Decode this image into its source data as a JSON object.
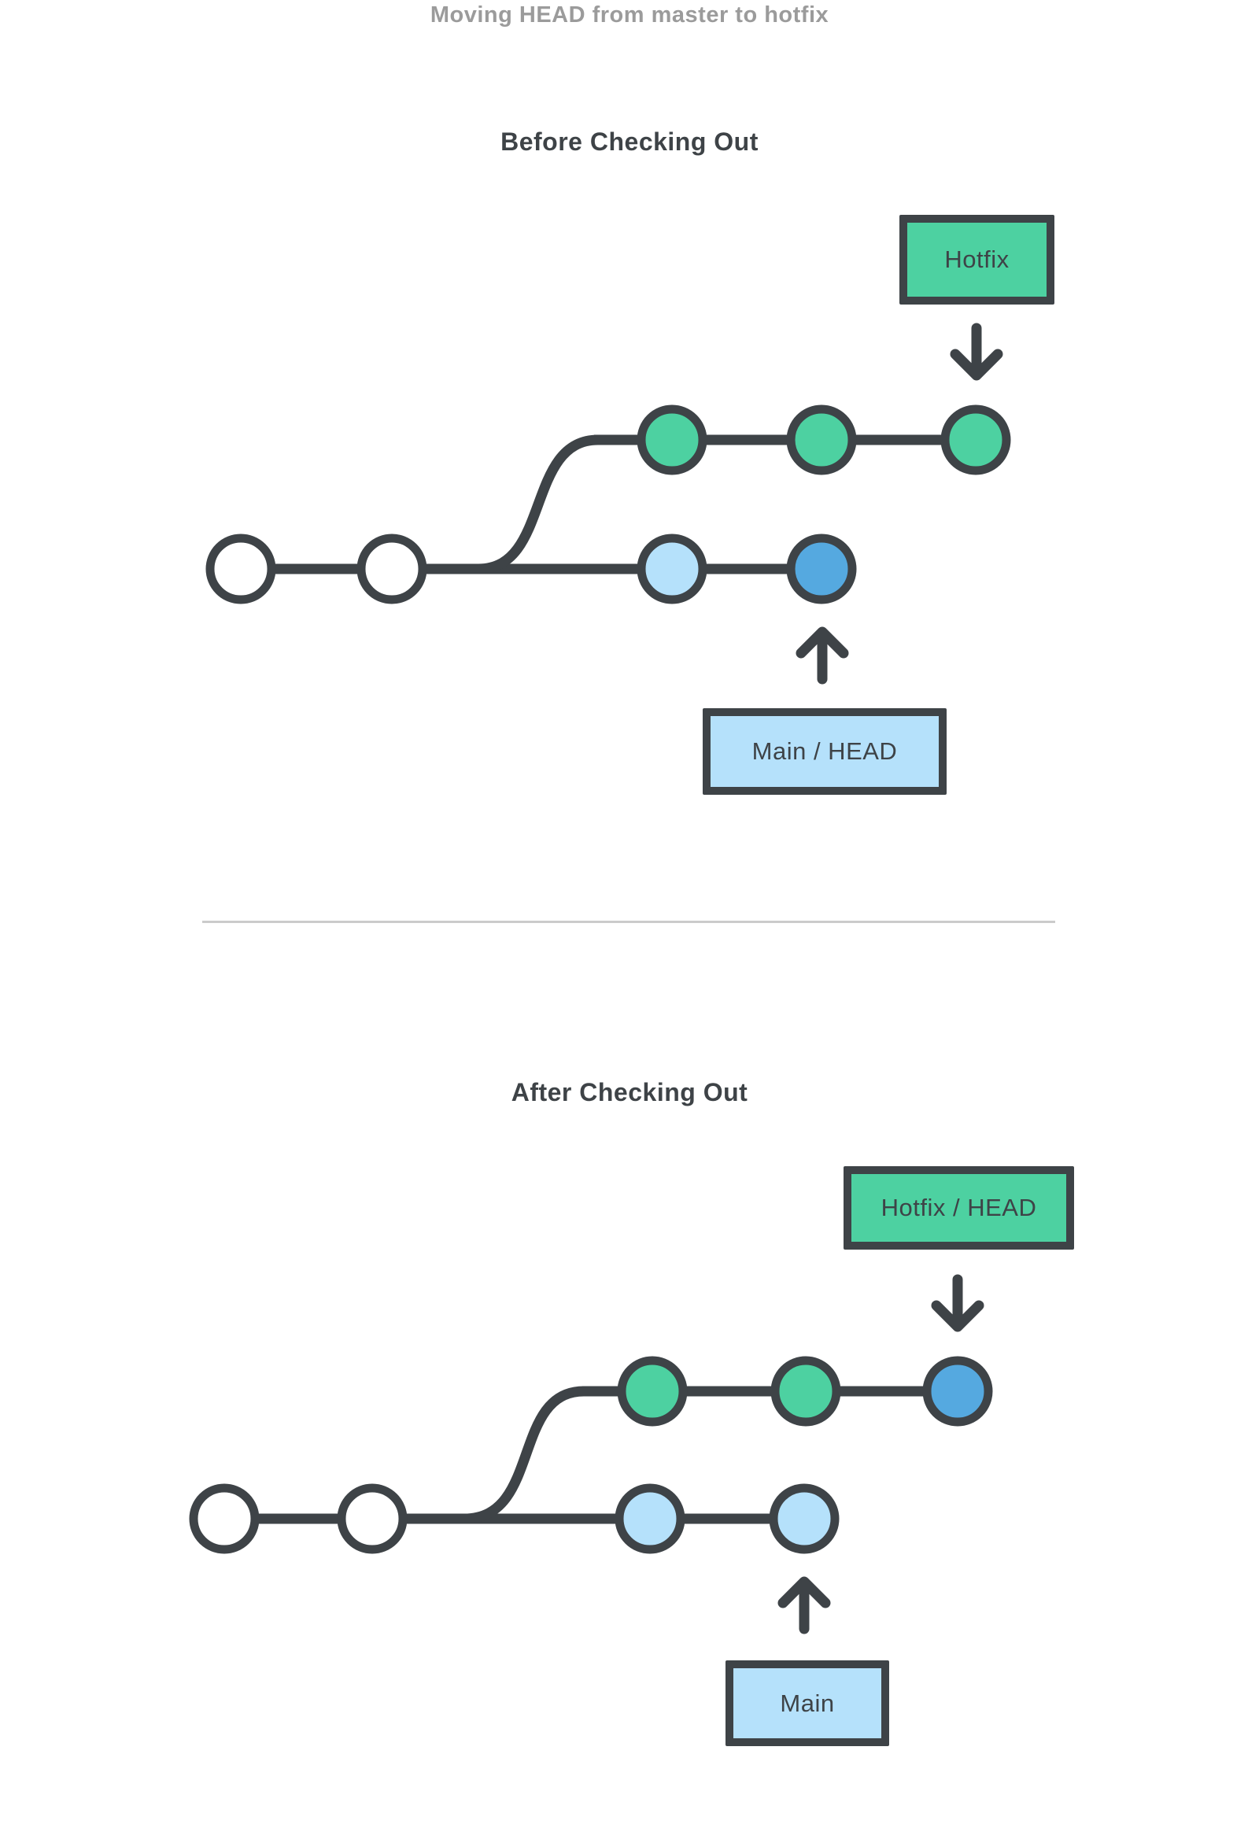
{
  "page_title": "Moving HEAD from master to hotfix",
  "colors": {
    "outline": "#3E4347",
    "title_gray": "#9B9B9B",
    "divider_gray": "#CBCBCB",
    "commit_green": "#4DD1A1",
    "commit_blue": "#55A9E0",
    "commit_light_blue": "#B5E1FB",
    "commit_white": "#FFFFFF",
    "hotfix_label_bg": "#4DD1A1",
    "main_label_bg": "#B5E1FB"
  },
  "before": {
    "heading": "Before Checking Out",
    "hotfix_label": "Hotfix",
    "main_label": "Main / HEAD",
    "hotfix_commits": [
      "#4DD1A1",
      "#4DD1A1",
      "#4DD1A1"
    ],
    "main_commits": [
      "#FFFFFF",
      "#FFFFFF",
      "#B5E1FB",
      "#55A9E0"
    ]
  },
  "after": {
    "heading": "After Checking Out",
    "hotfix_label": "Hotfix / HEAD",
    "main_label": "Main",
    "hotfix_commits": [
      "#4DD1A1",
      "#4DD1A1",
      "#55A9E0"
    ],
    "main_commits": [
      "#FFFFFF",
      "#FFFFFF",
      "#B5E1FB",
      "#B5E1FB"
    ]
  }
}
